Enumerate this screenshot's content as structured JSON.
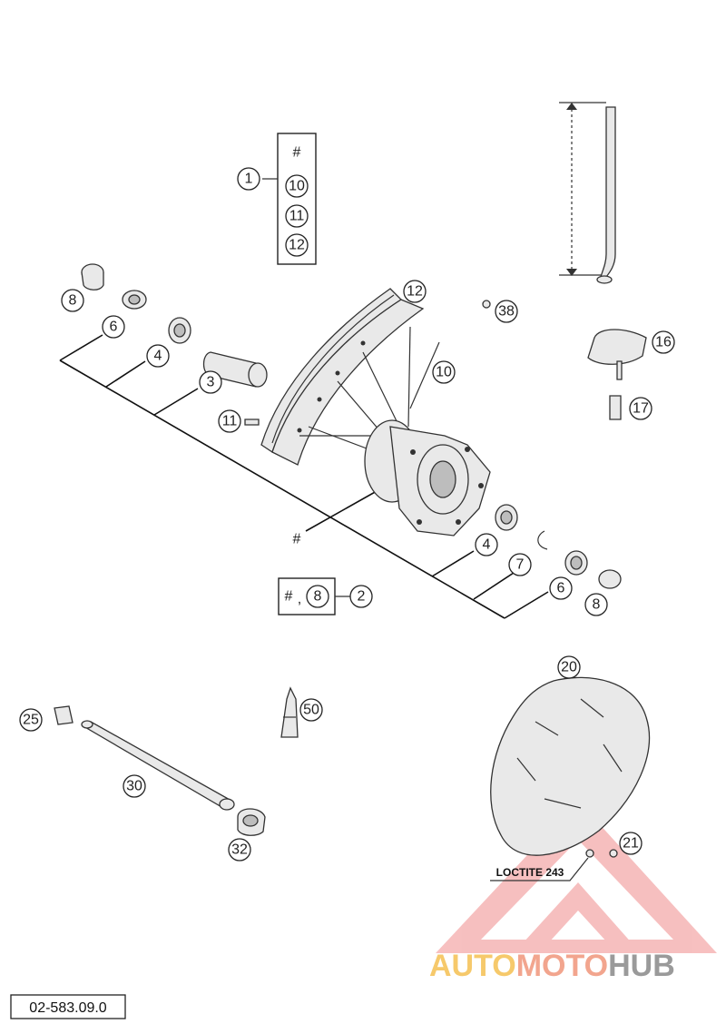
{
  "diagram": {
    "drawing_number": "02-583.09.0",
    "loctite_label": "LOCTITE 243",
    "watermark": {
      "part1": "AUTO",
      "part2": "MOTO",
      "part3": "HUB"
    },
    "kit_box_1": {
      "header": "#",
      "items": [
        "10",
        "11",
        "12"
      ]
    },
    "kit_box_2": {
      "hash": "#",
      "sep": ",",
      "item": "8"
    },
    "hash_label": "#",
    "callouts": {
      "c1": "1",
      "c2": "2",
      "c3": "3",
      "c4a": "4",
      "c4b": "4",
      "c6a": "6",
      "c6b": "6",
      "c7": "7",
      "c8a": "8",
      "c8b": "8",
      "c10": "10",
      "c11": "11",
      "c12": "12",
      "c16": "16",
      "c17": "17",
      "c20": "20",
      "c21": "21",
      "c25": "25",
      "c30": "30",
      "c32": "32",
      "c38": "38",
      "c50": "50"
    }
  }
}
